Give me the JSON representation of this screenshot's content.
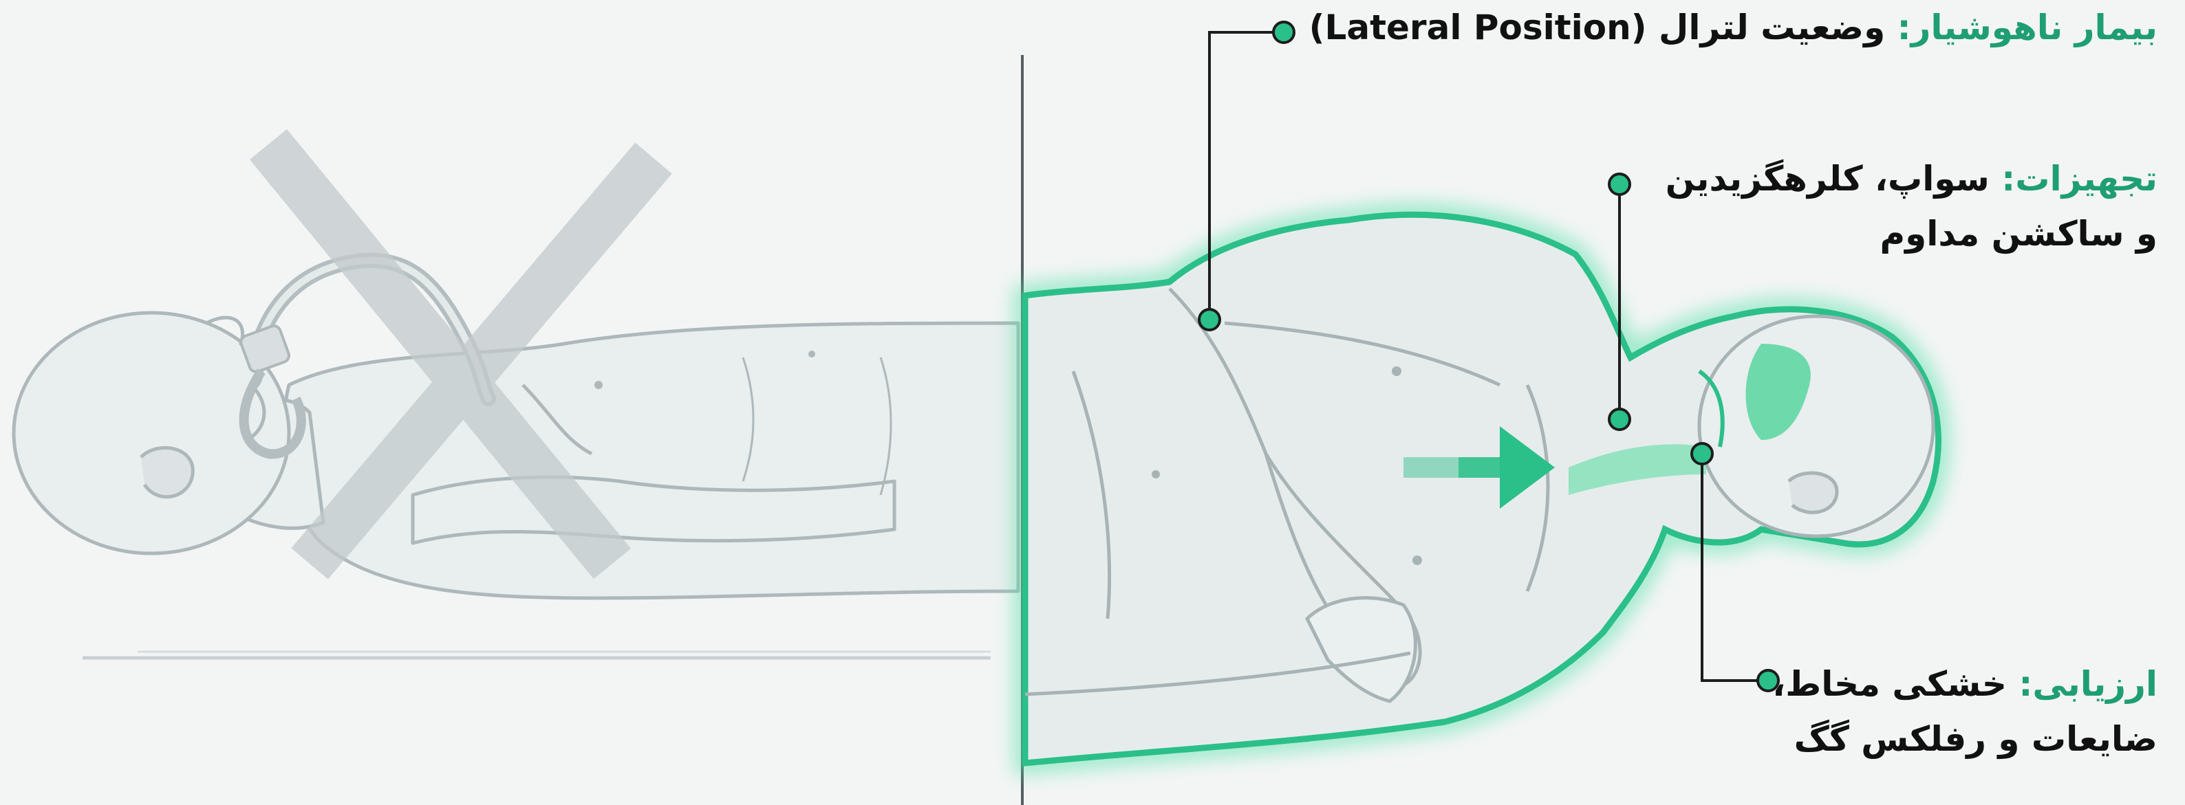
{
  "colors": {
    "accent": "#2bbf8a",
    "accent_dark": "#1f9e73",
    "body_fill": "#e8eded",
    "body_stroke": "#a8b3b6",
    "cross": "#c9cfd1"
  },
  "icons": {
    "wrong": "cross-mark-icon",
    "direction": "arrow-right-icon"
  },
  "annotations": {
    "position": {
      "label": "بیمار ناهوشیار:",
      "text": "وضعیت لترال (Lateral Position)"
    },
    "equipment": {
      "label": "تجهیزات:",
      "text_line1": "سواپ، کلرهگزیدین",
      "text_line2": "و ساکشن مداوم"
    },
    "assessment": {
      "label": "ارزیابی:",
      "text_line1": "خشکی مخاط،",
      "text_line2": "ضایعات و رفلکس گگ"
    }
  }
}
